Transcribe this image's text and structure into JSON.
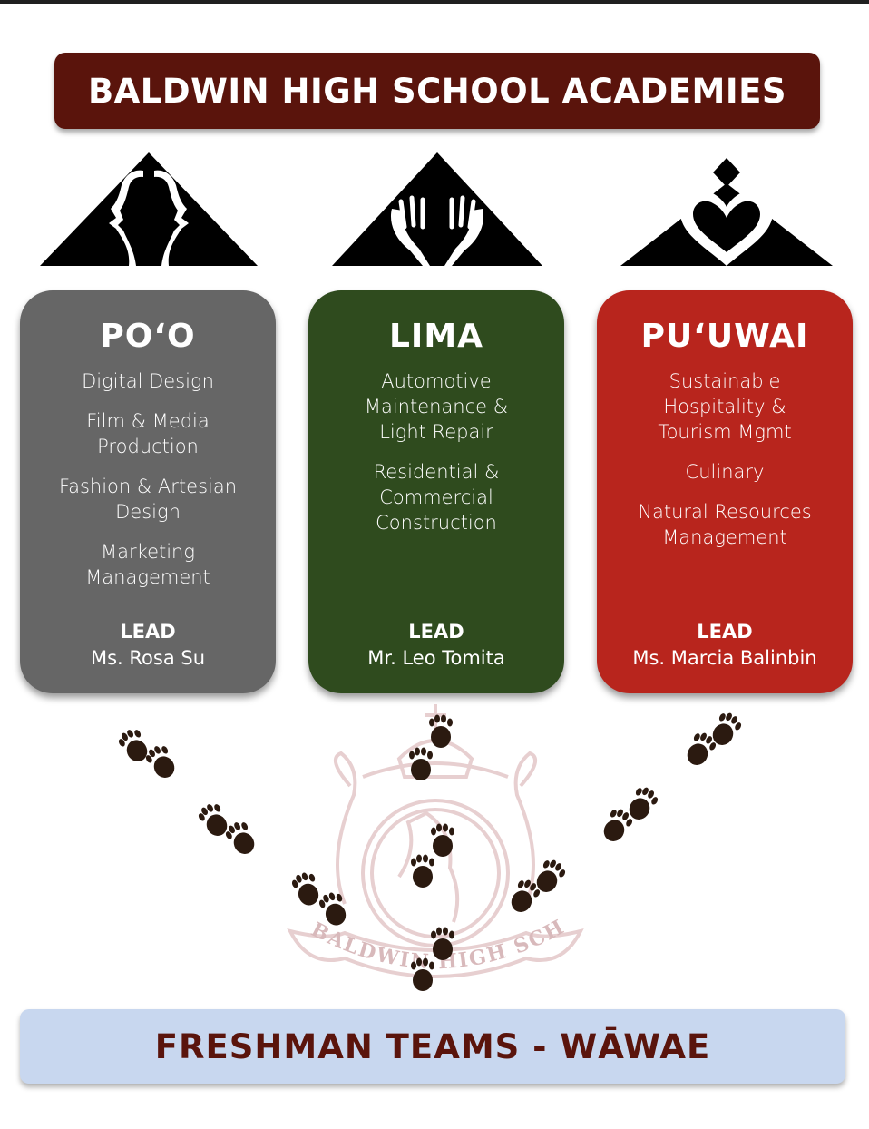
{
  "header": {
    "title": "BALDWIN HIGH SCHOOL ACADEMIES"
  },
  "academies": [
    {
      "name": "PO‘O",
      "color": "#666666",
      "icon": "faces-mountain-icon",
      "programs": [
        "Digital Design",
        "Film & Media Production",
        "Fashion & Artesian Design",
        "Marketing Management"
      ],
      "lead_label": "LEAD",
      "lead_name": "Ms. Rosa Su"
    },
    {
      "name": "LIMA",
      "color": "#2f4b1e",
      "icon": "hands-mountain-icon",
      "programs": [
        "Automotive Maintenance & Light Repair",
        "Residential & Commercial Construction"
      ],
      "lead_label": "LEAD",
      "lead_name": "Mr. Leo Tomita"
    },
    {
      "name": "PU‘UWAI",
      "color": "#b8251d",
      "icon": "heart-mountain-icon",
      "programs": [
        "Sustainable Hospitality & Tourism Mgmt",
        "Culinary",
        "Natural Resources Management"
      ],
      "lead_label": "LEAD",
      "lead_name": "Ms. Marcia Balinbin"
    }
  ],
  "watermark": {
    "text": "H.P. BALDWIN HIGH SCHOOL",
    "icon": "school-crest-icon"
  },
  "footer": {
    "title": "FRESHMAN TEAMS - WĀWAE"
  }
}
